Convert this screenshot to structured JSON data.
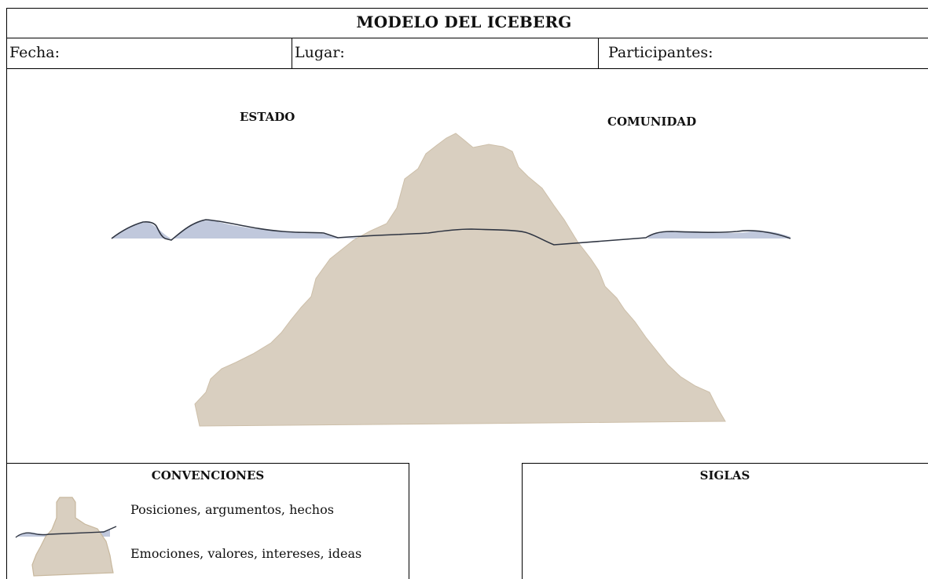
{
  "header": {
    "title": "MODELO DEL ICEBERG"
  },
  "fields": {
    "fecha": "Fecha:",
    "lugar": "Lugar:",
    "participantes": "Participantes:"
  },
  "diagram": {
    "left_label": "ESTADO",
    "right_label": "COMUNIDAD"
  },
  "convenciones": {
    "title": "CONVENCIONES",
    "above_water": "Posiciones, argumentos, hechos",
    "below_water": "Emociones, valores, intereses, ideas"
  },
  "siglas": {
    "title": "SIGLAS"
  },
  "colors": {
    "iceberg": "#d9cfc0",
    "iceberg_edge": "#c8b89e",
    "water": "#c0c8dc",
    "waterline": "#2f3542"
  }
}
